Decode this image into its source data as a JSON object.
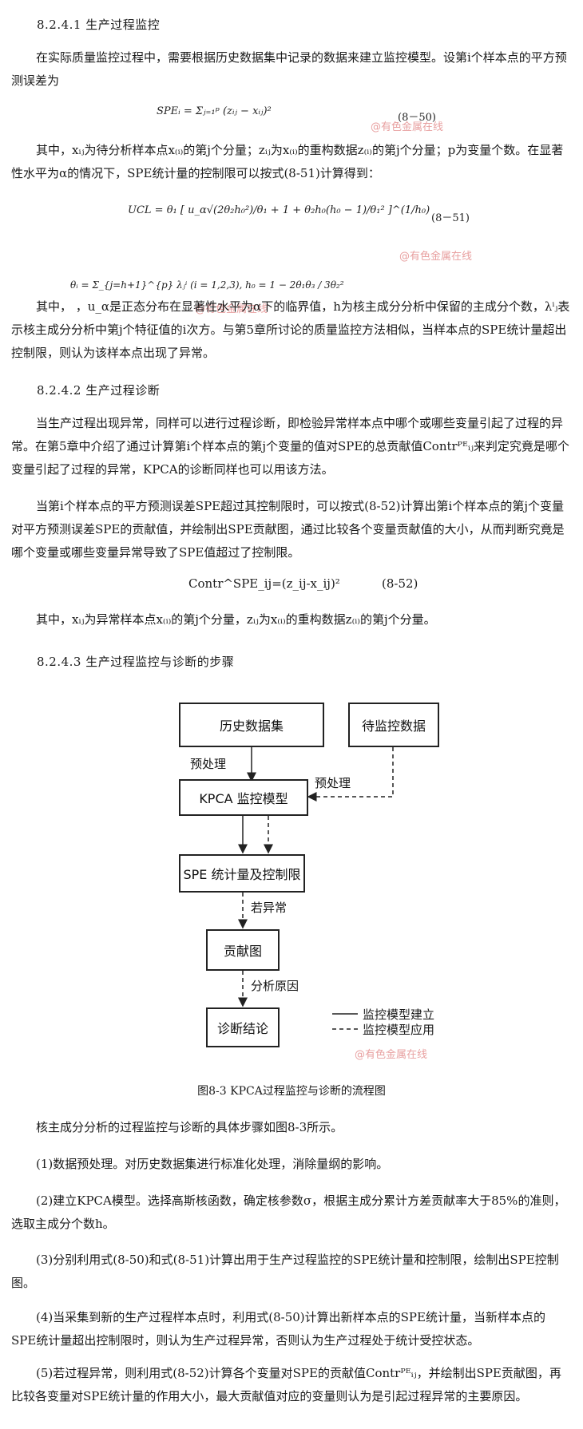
{
  "s1": {
    "heading": "8.2.4.1 生产过程监控",
    "p1": "在实际质量监控过程中，需要根据历史数据集中记录的数据来建立监控模型。设第i个样本点的平方预测误差为",
    "eq1": "SPEᵢ = Σⱼ₌₁ᵖ (zᵢⱼ − xᵢⱼ)²",
    "eq1_no": "(8－50)",
    "p2": "其中，xᵢⱼ为待分析样本点x₍ᵢ₎的第j个分量；zᵢⱼ为x₍ᵢ₎的重构数据z₍ᵢ₎的第j个分量；p为变量个数。在显著性水平为α的情况下，SPE统计量的控制限可以按式(8-51)计算得到：",
    "eq2": "UCL = θ₁ [ u_α√(2θ₂h₀²)/θ₁ + 1 + θ₂h₀(h₀ − 1)/θ₁² ]^(1/h₀)",
    "eq2_no": "(8－51)",
    "eq3": "θᵢ = Σ_{j=h+1}^{p} λⱼⁱ (i = 1,2,3), h₀ = 1 − 2θ₁θ₃ / 3θ₂²",
    "p3": "其中，                                              ，u_α是正态分布在显著性水平为α下的临界值，h为核主成分分析中保留的主成分个数，λⁱⱼ表示核主成分分析中第j个特征值的i次方。与第5章所讨论的质量监控方法相似，当样本点的SPE统计量超出控制限，则认为该样本点出现了异常。"
  },
  "s2": {
    "heading": "8.2.4.2 生产过程诊断",
    "p1": "当生产过程出现异常，同样可以进行过程诊断，即检验异常样本点中哪个或哪些变量引起了过程的异常。在第5章中介绍了通过计算第i个样本点的第j个变量的值对SPE的总贡献值Contrᴾᴱᵢⱼ来判定究竟是哪个变量引起了过程的异常，KPCA的诊断同样也可以用该方法。",
    "p2": "当第i个样本点的平方预测误差SPE超过其控制限时，可以按式(8-52)计算出第i个样本点的第j个变量对平方预测误差SPE的贡献值，并绘制出SPE贡献图，通过比较各个变量贡献值的大小，从而判断究竟是哪个变量或哪些变量异常导致了SPE值超过了控制限。",
    "eq": "Contr^SPE_ij=(z_ij-x_ij)²",
    "eq_no": "(8-52)",
    "p3": "其中，xᵢⱼ为异常样本点x₍ᵢ₎的第j个分量，zᵢⱼ为x₍ᵢ₎的重构数据z₍ᵢ₎的第j个分量。"
  },
  "s3": {
    "heading": "8.2.4.3 生产过程监控与诊断的步骤",
    "flow": {
      "box_history": "历史数据集",
      "box_pending": "待监控数据",
      "label_pre1": "预处理",
      "label_pre2": "预处理",
      "box_kpca": "KPCA 监控模型",
      "box_spe": "SPE 统计量及控制限",
      "label_abnormal": "若异常",
      "box_contrib": "贡献图",
      "label_analyze": "分析原因",
      "box_diag": "诊断结论",
      "legend_solid": "监控模型建立",
      "legend_dashed": "监控模型应用"
    },
    "caption": "图8-3 KPCA过程监控与诊断的流程图",
    "intro": "核主成分分析的过程监控与诊断的具体步骤如图8-3所示。",
    "steps": [
      "(1)数据预处理。对历史数据集进行标准化处理，消除量纲的影响。",
      "(2)建立KPCA模型。选择高斯核函数，确定核参数σ，根据主成分累计方差贡献率大于85%的准则，选取主成分个数h。",
      "(3)分别利用式(8-50)和式(8-51)计算出用于生产过程监控的SPE统计量和控制限，绘制出SPE控制图。",
      "(4)当采集到新的生产过程样本点时，利用式(8-50)计算出新样本点的SPE统计量，当新样本点的SPE统计量超出控制限时，则认为生产过程异常，否则认为生产过程处于统计受控状态。",
      "(5)若过程异常，则利用式(8-52)计算各个变量对SPE的贡献值Contrᴾᴱᵢⱼ，并绘制出SPE贡献图，再比较各变量对SPE统计量的作用大小，最大贡献值对应的变量则认为是引起过程异常的主要原因。"
    ]
  },
  "watermark": "@有色金属在线"
}
